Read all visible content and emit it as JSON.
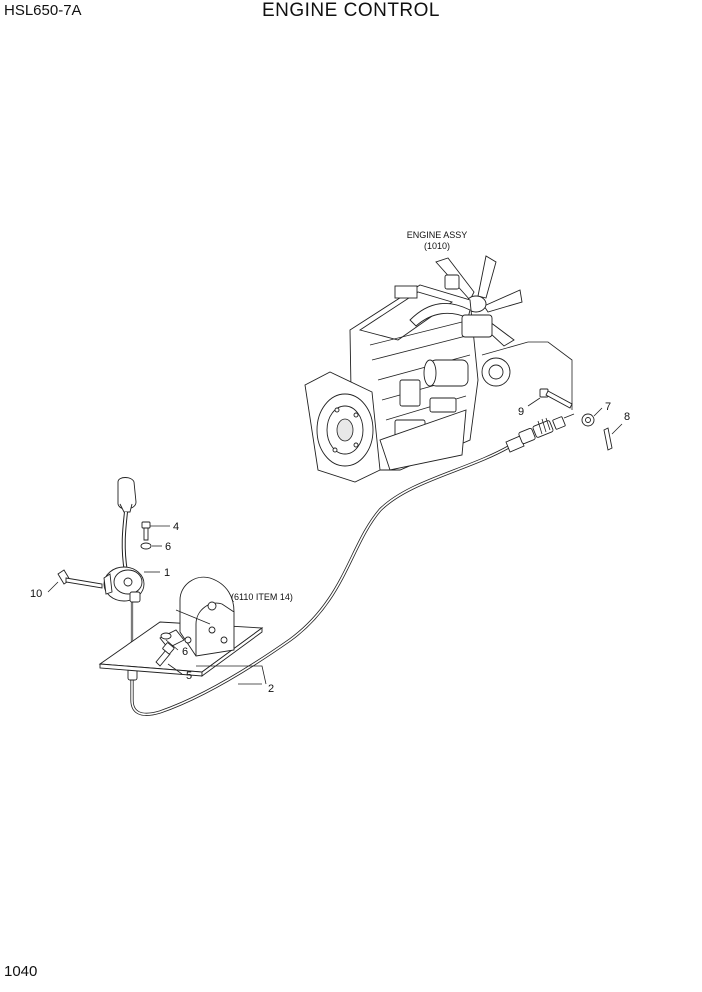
{
  "header": {
    "model": "HSL650-7A",
    "title": "ENGINE CONTROL"
  },
  "footer": {
    "page_number": "1040"
  },
  "engine": {
    "label_line1": "ENGINE ASSY",
    "label_line2": "(1010)"
  },
  "reference": {
    "bracket_note": "(6110 ITEM 14)"
  },
  "callouts": {
    "c1": "1",
    "c2": "2",
    "c4": "4",
    "c5": "5",
    "c6a": "6",
    "c6b": "6",
    "c7": "7",
    "c8": "8",
    "c9": "9",
    "c10": "10"
  }
}
